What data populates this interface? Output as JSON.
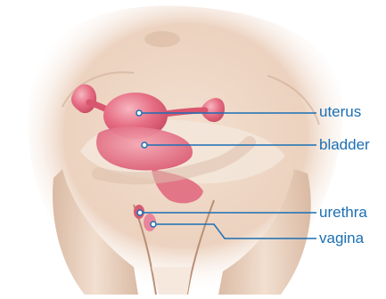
{
  "colors": {
    "leader": "#1b6fb3",
    "label_text": "#1b6fb3",
    "skin": "#ecd4c2",
    "skin_shadow": "#c9a88f",
    "organ": "#e0607a",
    "organ_light": "#f2a0ad"
  },
  "labels": [
    {
      "id": "uterus",
      "text": "uterus"
    },
    {
      "id": "bladder",
      "text": "bladder"
    },
    {
      "id": "urethra",
      "text": "urethra"
    },
    {
      "id": "vagina",
      "text": "vagina"
    }
  ]
}
